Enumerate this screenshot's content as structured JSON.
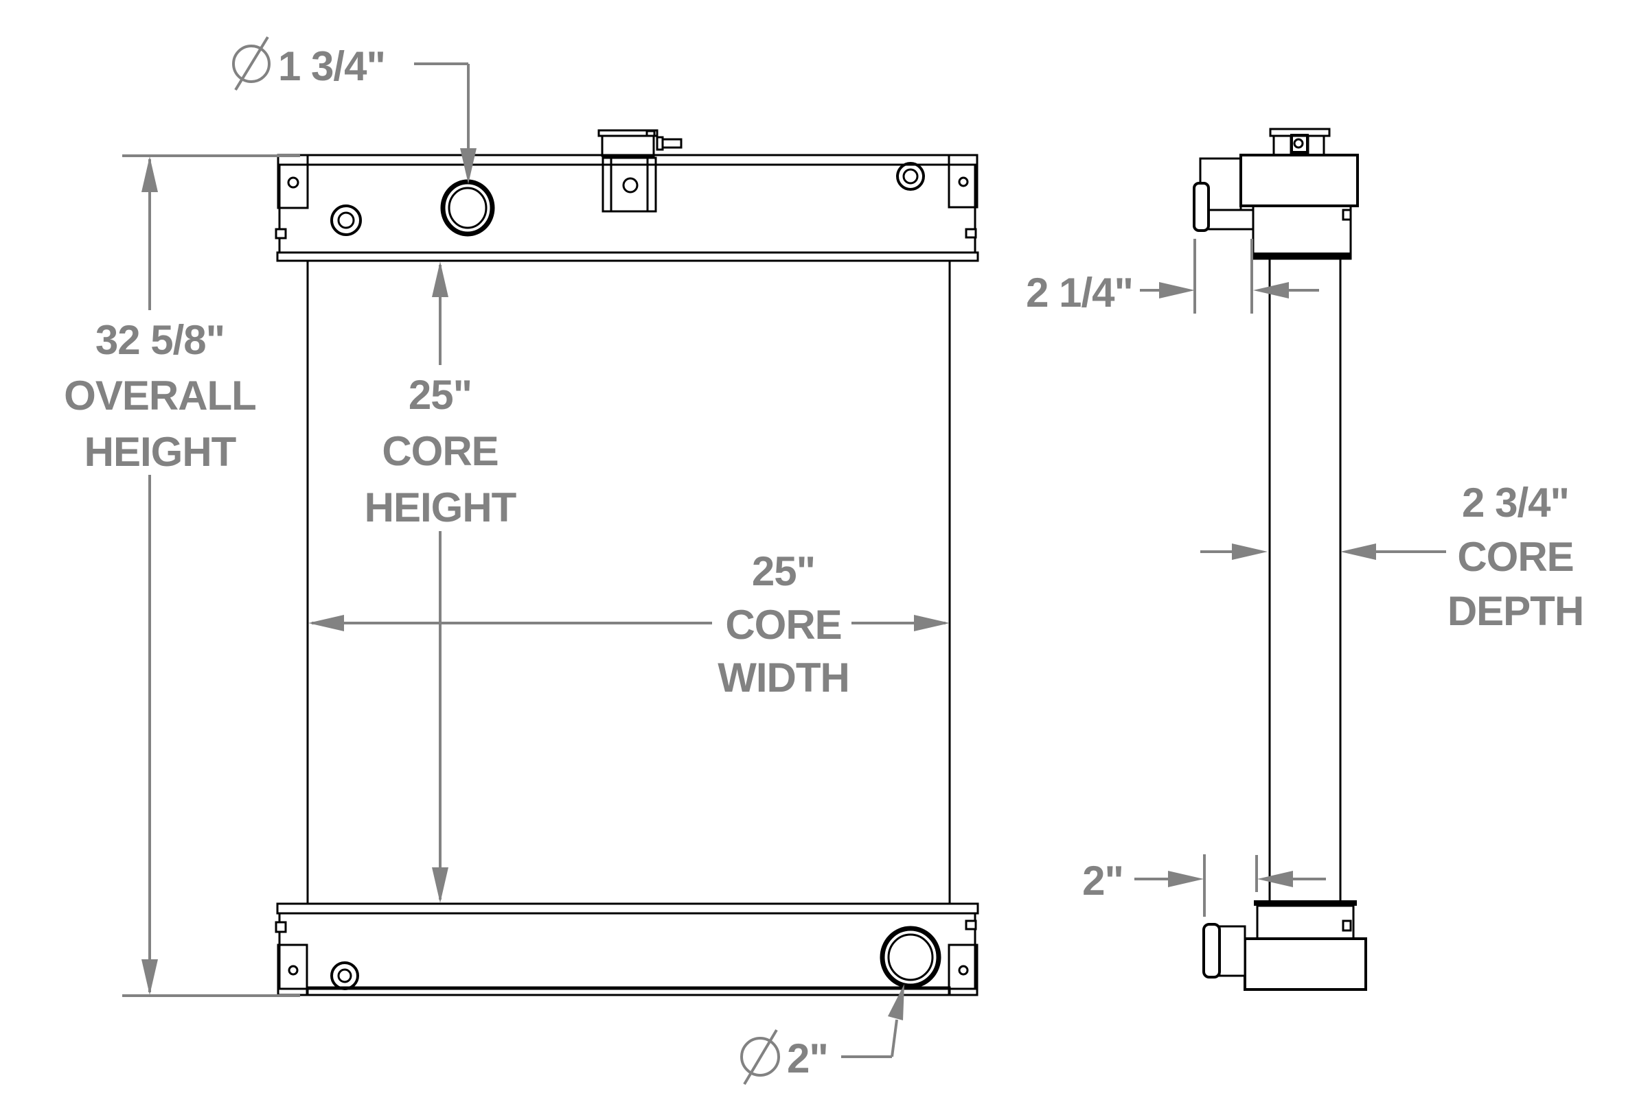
{
  "front_view": {
    "overall_height": {
      "value": "32 5/8\"",
      "label_line1": "OVERALL",
      "label_line2": "HEIGHT"
    },
    "core_height": {
      "value": "25\"",
      "label_line1": "CORE",
      "label_line2": "HEIGHT"
    },
    "core_width": {
      "value": "25\"",
      "label_line1": "CORE",
      "label_line2": "WIDTH"
    },
    "inlet_diameter": {
      "value": "1 3/4\""
    },
    "outlet_diameter": {
      "value": "2\""
    }
  },
  "side_view": {
    "top_pipe_offset": {
      "value": "2 1/4\""
    },
    "core_depth": {
      "value": "2 3/4\"",
      "label_line1": "CORE",
      "label_line2": "DEPTH"
    },
    "bottom_pipe_offset": {
      "value": "2\""
    }
  },
  "colors": {
    "line_color": "#000000",
    "dimension_color": "#828282",
    "background": "#ffffff"
  }
}
